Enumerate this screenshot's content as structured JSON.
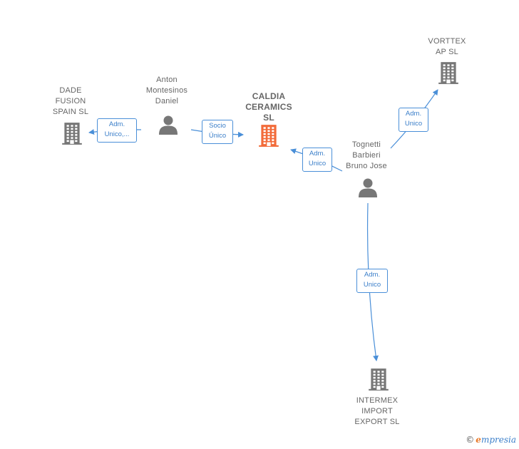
{
  "colors": {
    "edge": "#4a8fd8",
    "building": "#777777",
    "building_main": "#f26b3a",
    "person": "#777777"
  },
  "nodes": [
    {
      "id": "caldia",
      "type": "company",
      "main": true,
      "label": "CALDIA\nCERAMICS\nSL",
      "icon": "building-icon"
    },
    {
      "id": "dade",
      "type": "company",
      "label": "DADE\nFUSION\nSPAIN  SL",
      "icon": "building-icon"
    },
    {
      "id": "anton",
      "type": "person",
      "label": "Anton\nMontesinos\nDaniel",
      "icon": "person-icon"
    },
    {
      "id": "tognetti",
      "type": "person",
      "label": "Tognetti\nBarbieri\nBruno Jose",
      "icon": "person-icon"
    },
    {
      "id": "vorttex",
      "type": "company",
      "label": "VORTTEX\nAP  SL",
      "icon": "building-icon"
    },
    {
      "id": "intermex",
      "type": "company",
      "label": "INTERMEX\nIMPORT\nEXPORT  SL",
      "icon": "building-icon"
    }
  ],
  "edges": [
    {
      "from": "anton",
      "to": "dade",
      "label": "Adm.\nUnico,..."
    },
    {
      "from": "anton",
      "to": "caldia",
      "label": "Socio\nÚnico"
    },
    {
      "from": "tognetti",
      "to": "caldia",
      "label": "Adm.\nUnico"
    },
    {
      "from": "tognetti",
      "to": "vorttex",
      "label": "Adm.\nUnico"
    },
    {
      "from": "tognetti",
      "to": "intermex",
      "label": "Adm.\nUnico"
    }
  ],
  "watermark": {
    "copyright": "©",
    "brand_initial": "e",
    "brand_rest": "mpresia"
  }
}
